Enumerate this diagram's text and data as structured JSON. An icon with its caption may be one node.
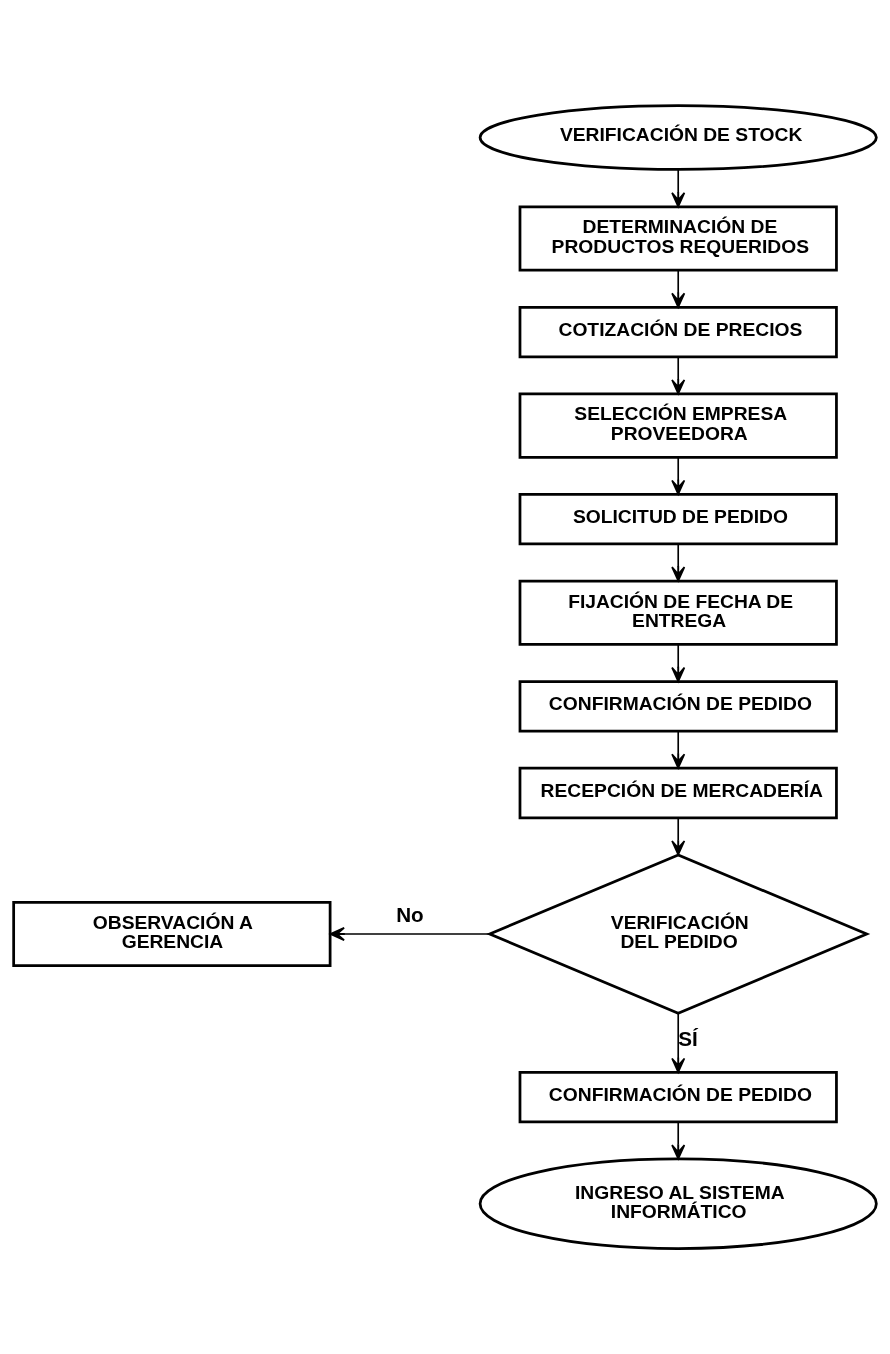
{
  "diagram": {
    "nodes": [
      {
        "text": [
          "VERIFICACIÓN DE STOCK"
        ]
      },
      {
        "text": [
          "DETERMINACIÓN DE PRODUCTOS REQUERIDOS"
        ]
      },
      {
        "text": [
          "COTIZACIÓN DE PRECIOS"
        ]
      },
      {
        "text": [
          "SELECCIÓN EMPRESA PROVEEDORA"
        ]
      },
      {
        "text": [
          "SOLICITUD DE PEDIDO"
        ]
      },
      {
        "text": [
          "FIJACIÓN DE FECHA DE ENTREGA"
        ]
      },
      {
        "text": [
          "CONFIRMACIÓN DE PEDIDO"
        ]
      },
      {
        "text": [
          "RECEPCIÓN DE MERCADERÍA"
        ]
      },
      {
        "text": [
          "VERIFICACIÓN DEL PEDIDO"
        ]
      },
      {
        "text": [
          "OBSERVACIÓN A GERENCIA"
        ]
      },
      {
        "text": [
          "CONFIRMACIÓN DE PEDIDO"
        ]
      },
      {
        "text": [
          "INGRESO AL SISTEMA INFORMÁTICO"
        ]
      }
    ],
    "edges": [
      {
        "from": 0,
        "to": 1,
        "arrow": "to"
      },
      {
        "from": 1,
        "to": 2,
        "arrow": "to"
      },
      {
        "from": 2,
        "to": 3,
        "arrow": "to"
      },
      {
        "from": 3,
        "to": 4,
        "arrow": "to"
      },
      {
        "from": 4,
        "to": 5,
        "arrow": "to"
      },
      {
        "from": 5,
        "to": 6,
        "arrow": "to"
      },
      {
        "from": 6,
        "to": 7,
        "arrow": "to"
      },
      {
        "from": 7,
        "to": 8,
        "arrow": "to"
      },
      {
        "from": 8,
        "to": 9,
        "arrow": "to",
        "label": "No"
      },
      {
        "from": 8,
        "to": 10,
        "arrow": "to",
        "label": "SÍ"
      },
      {
        "from": 10,
        "to": 11,
        "arrow": "to"
      }
    ]
  }
}
